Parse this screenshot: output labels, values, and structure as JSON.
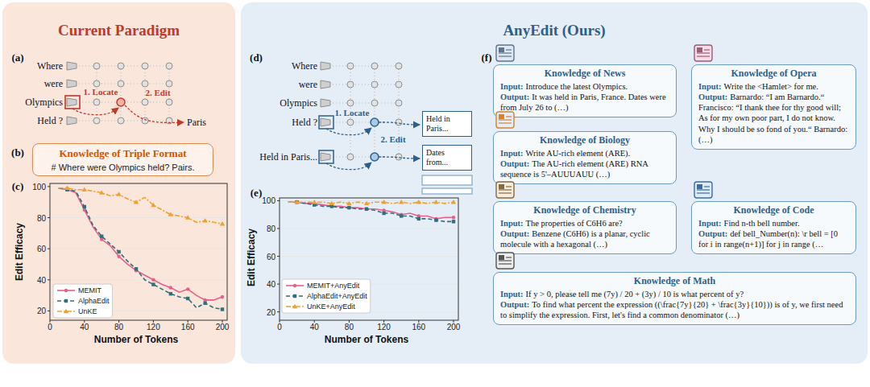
{
  "diagram": {
    "nodes": [
      {
        "text": [
          "Current Paradigm"
        ]
      },
      {
        "text": [
          "Knowledge of Triple Format",
          "# Where were Olympics held? Pairs."
        ],
        "in": 0
      },
      {
        "text": [
          "AnyEdit (Ours)"
        ]
      },
      {
        "text": [
          "Held in Paris..."
        ],
        "in": 2
      },
      {
        "text": [
          "Dates from..."
        ],
        "in": 2
      },
      {
        "text": [
          "Knowledge of News",
          "Input:",
          "Introduce the latest Olympics.",
          "Output:",
          "It was held in Paris, France. Dates were from July 26 to (…)"
        ],
        "in": 2
      },
      {
        "text": [
          "Knowledge of Opera",
          "Input:",
          "Write the <Hamlet> for me.",
          "Output:",
          "Barnardo: “I am Barnardo.“ Francisco: “I thank thee for thy good will; As for my own poor part, I do not know. Why I should be so fond of you.“ Barnardo: (…)"
        ],
        "in": 2
      },
      {
        "text": [
          "Knowledge of Biology",
          "Input:",
          "Write AU-rich element (ARE).",
          "Output:",
          "The AU-rich element (ARE) RNA sequence is 5'–AUUUAUU (…)"
        ],
        "in": 2
      },
      {
        "text": [
          "Knowledge of Chemistry",
          "Input:",
          "The properties of C6H6 are?",
          "Output:",
          "Benzene (C6H6) is a planar, cyclic molecule with a hexagonal (…)"
        ],
        "in": 2
      },
      {
        "text": [
          "Knowledge of Code",
          "Input:",
          "Find n-th bell number.",
          "Output:",
          "def bell_Number(n): \\r bell = [0 for i in range(n+1)] for j in range (…"
        ],
        "in": 2
      },
      {
        "text": [
          "Knowledge of Math",
          "Input:",
          "If y > 0, please tell me (7y) / 20 + (3y) / 10 is what percent of y?",
          "Output:",
          "To find what percent the expression ((\\frac{7y}{20} + \\frac{3y}{10})) is of y, we first need to simplify the expression. First, let's find a common denominator (…)"
        ],
        "in": 2
      }
    ],
    "labels": [
      "(a)",
      "Where",
      "were",
      "Olympics",
      "Held ?",
      "1. Locate",
      "2. Edit",
      "Paris",
      "(b)",
      "(c)",
      "100",
      "80",
      "60",
      "40",
      "20",
      "0",
      "40",
      "80",
      "120",
      "160",
      "200",
      "Edit Efficacy",
      "Number of Tokens",
      "(d)",
      "Where",
      "were",
      "Olympics",
      "Held ?",
      "Held in Paris...",
      "1. Locate",
      "2. Edit",
      "(e)",
      "100",
      "80",
      "60",
      "40",
      "20",
      "0",
      "40",
      "80",
      "120",
      "160",
      "200",
      "Edit Efficacy",
      "Number of Tokens",
      "(f)"
    ],
    "legend": [
      {
        "text": "MEMIT"
      },
      {
        "text": "AlphaEdit"
      },
      {
        "text": "UnKE"
      },
      {
        "text": "MEMIT+AnyEdit"
      },
      {
        "text": "AlphaEdit+AnyEdit"
      },
      {
        "text": "UnKE+AnyEdit"
      }
    ]
  }
}
